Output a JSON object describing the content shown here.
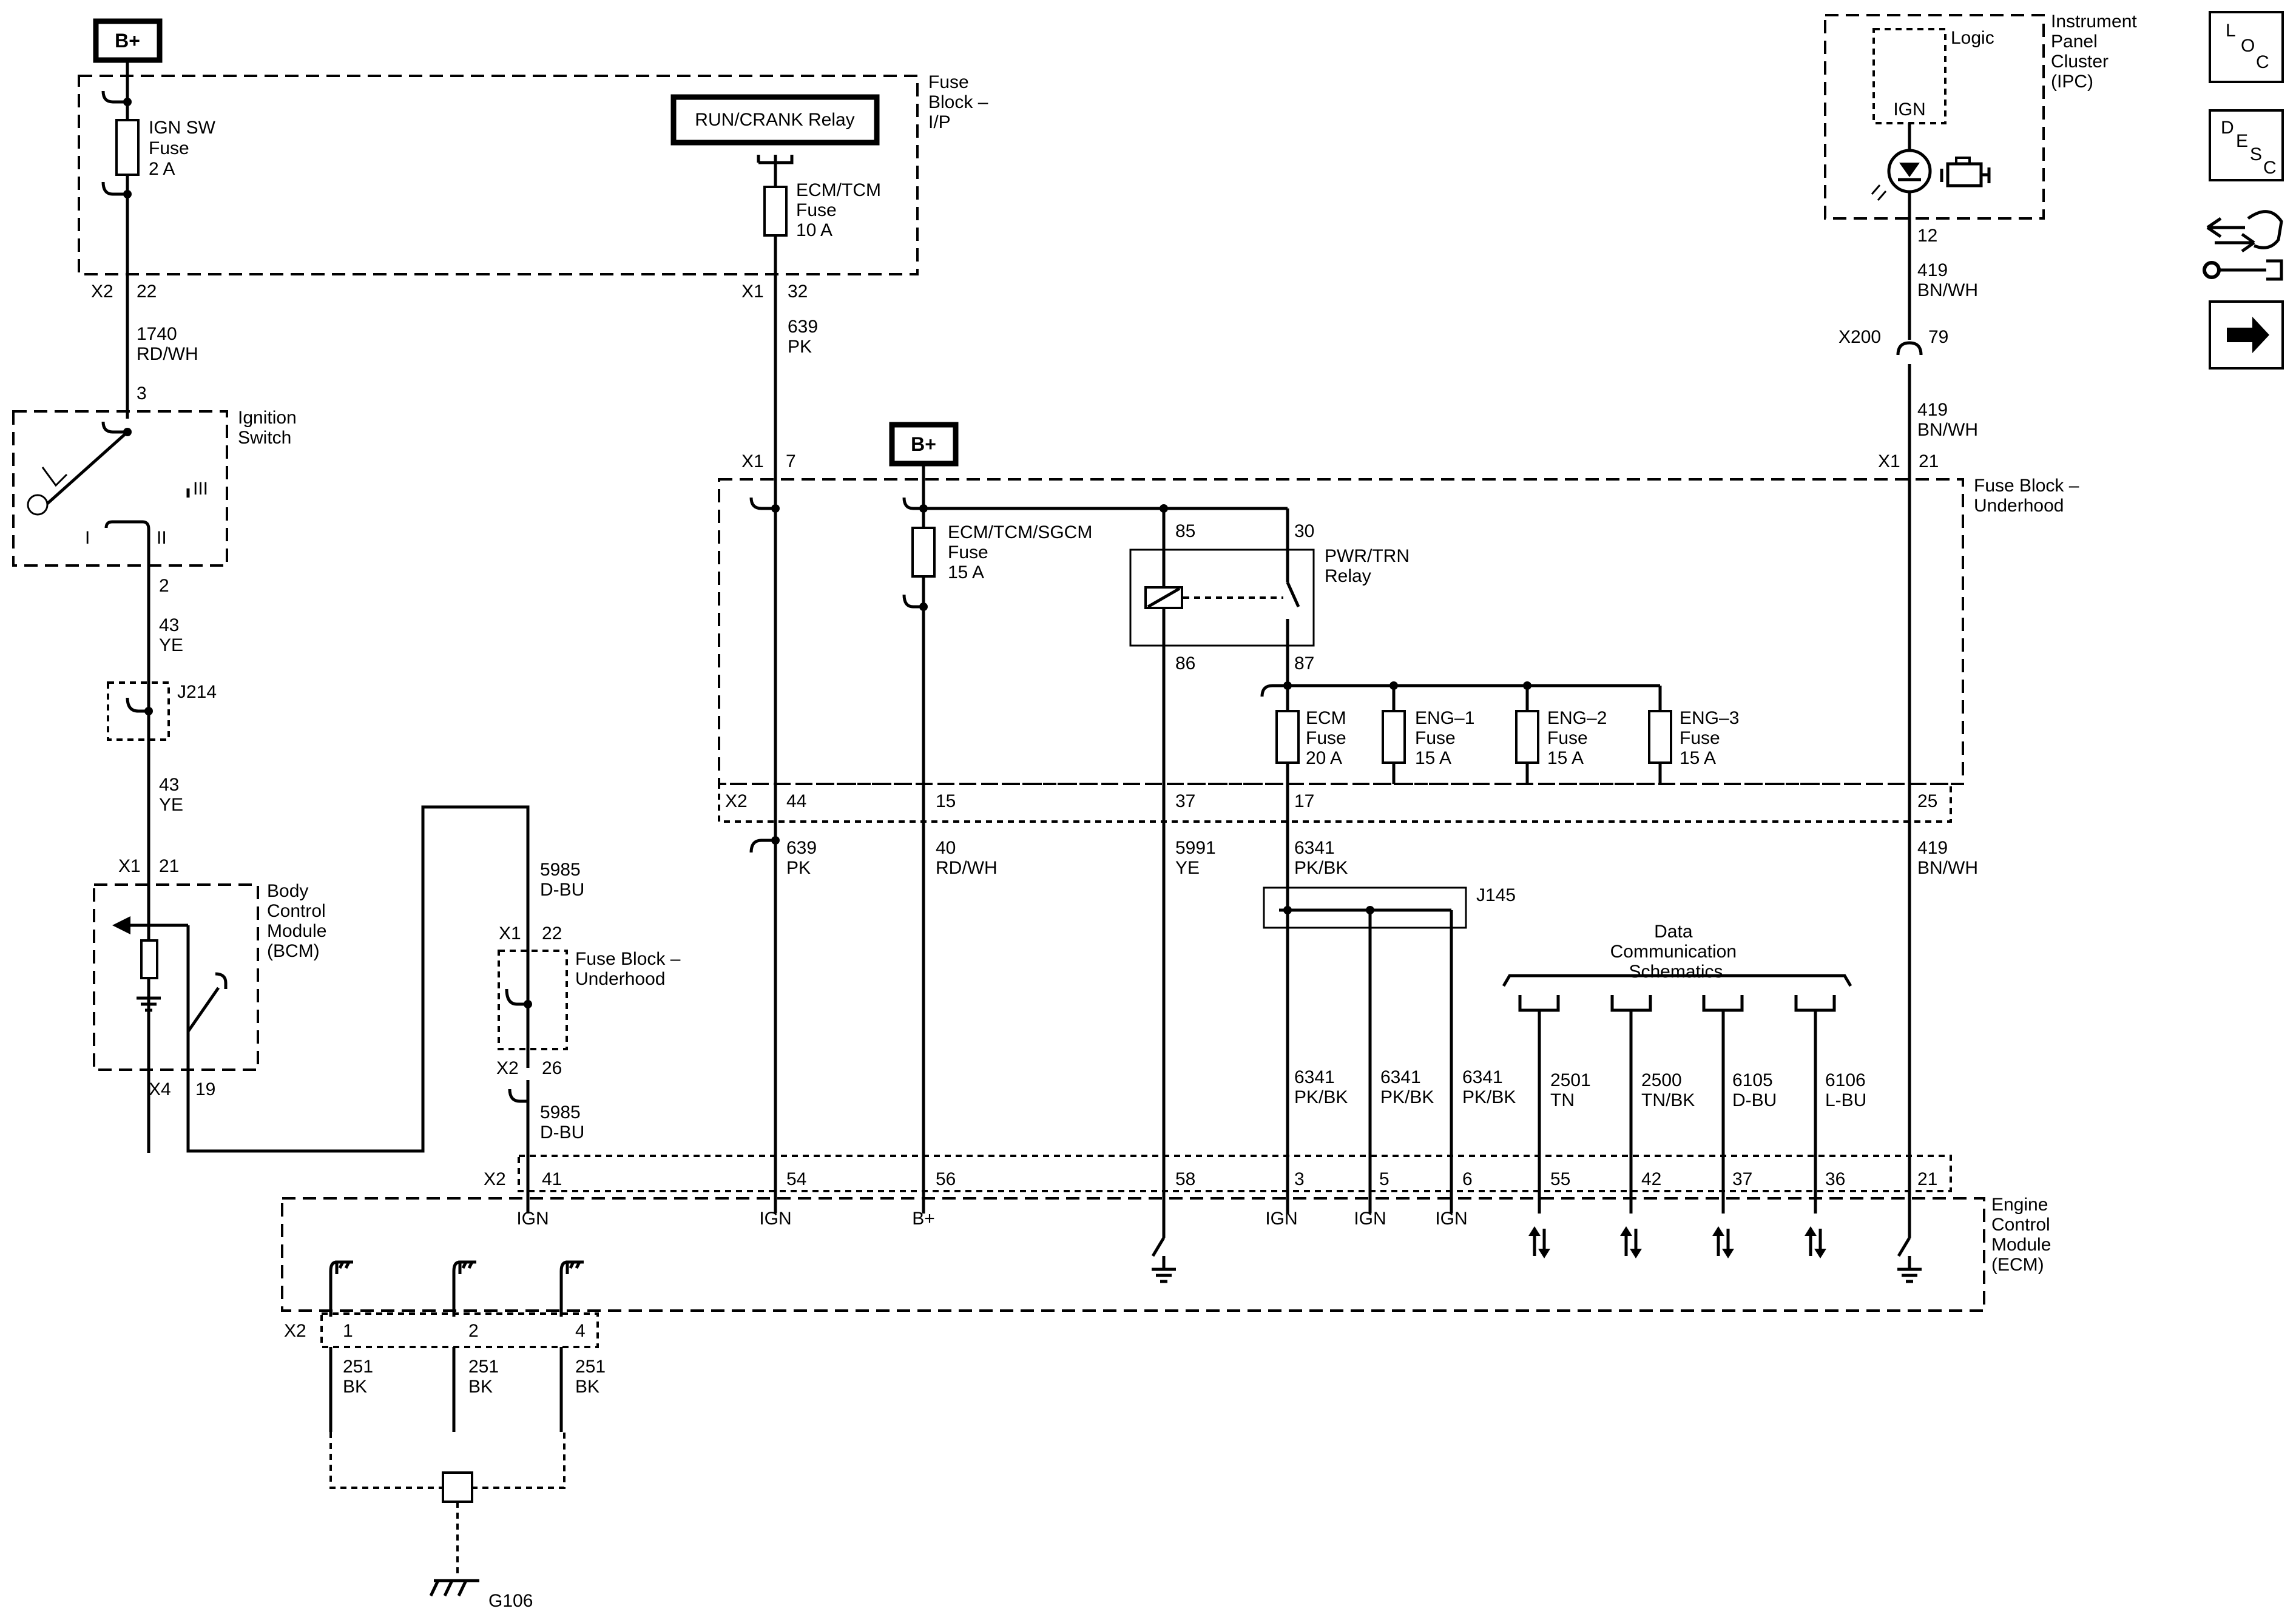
{
  "power": {
    "bplus": "B+"
  },
  "fuse_block_ip": {
    "title": [
      "Fuse",
      "Block –",
      "I/P"
    ],
    "ign_fuse": [
      "IGN SW",
      "Fuse",
      "2 A"
    ],
    "run_crank_relay": "RUN/CRANK Relay",
    "ecm_tcm_fuse": [
      "ECM/TCM",
      "Fuse",
      "10 A"
    ],
    "x2": "X2",
    "p22": "22",
    "x1": "X1",
    "p32": "32"
  },
  "ignition_switch": {
    "title": [
      "Ignition",
      "Switch"
    ],
    "pin3": "3",
    "pin2": "2",
    "pos1": "I",
    "pos2": "II",
    "pos3": "III"
  },
  "wires": {
    "w1740": [
      "1740",
      "RD/WH"
    ],
    "w43a": [
      "43",
      "YE"
    ],
    "w43b": [
      "43",
      "YE"
    ],
    "w639a": [
      "639",
      "PK"
    ],
    "w639b": [
      "639",
      "PK"
    ],
    "w5985a": [
      "5985",
      "D-BU"
    ],
    "w5985b": [
      "5985",
      "D-BU"
    ],
    "w40": [
      "40",
      "RD/WH"
    ],
    "w5991": [
      "5991",
      "YE"
    ],
    "w6341": [
      "6341",
      "PK/BK"
    ],
    "w6341a": [
      "6341",
      "PK/BK"
    ],
    "w6341b": [
      "6341",
      "PK/BK"
    ],
    "w6341c": [
      "6341",
      "PK/BK"
    ],
    "w2501": [
      "2501",
      "TN"
    ],
    "w2500": [
      "2500",
      "TN/BK"
    ],
    "w6105": [
      "6105",
      "D-BU"
    ],
    "w6106": [
      "6106",
      "L-BU"
    ],
    "w419a": [
      "419",
      "BN/WH"
    ],
    "w419b": [
      "419",
      "BN/WH"
    ],
    "w419c": [
      "419",
      "BN/WH"
    ],
    "w251a": [
      "251",
      "BK"
    ],
    "w251b": [
      "251",
      "BK"
    ],
    "w251c": [
      "251",
      "BK"
    ]
  },
  "splices": {
    "j214": "J214",
    "j145": "J145"
  },
  "bcm": {
    "title": [
      "Body",
      "Control",
      "Module",
      "(BCM)"
    ],
    "x1": "X1",
    "p21": "21",
    "x4": "X4",
    "p19": "19"
  },
  "fuse_block_uh_small": {
    "title": [
      "Fuse Block –",
      "Underhood"
    ],
    "x1": "X1",
    "p22": "22",
    "x2": "X2",
    "p26": "26"
  },
  "fuse_block_uh": {
    "title": [
      "Fuse Block –",
      "Underhood"
    ],
    "x1": "X1",
    "p7": "7",
    "x1b": "X1",
    "p21": "21",
    "sgcm_fuse": [
      "ECM/TCM/SGCM",
      "Fuse",
      "15 A"
    ],
    "relay": [
      "PWR/TRN",
      "Relay"
    ],
    "p85": "85",
    "p30": "30",
    "p86": "86",
    "p87": "87",
    "ecm_fuse": [
      "ECM",
      "Fuse",
      "20 A"
    ],
    "eng1": [
      "ENG–1",
      "Fuse",
      "15 A"
    ],
    "eng2": [
      "ENG–2",
      "Fuse",
      "15 A"
    ],
    "eng3": [
      "ENG–3",
      "Fuse",
      "15 A"
    ],
    "x2": "X2",
    "p44": "44",
    "p15": "15",
    "p37": "37",
    "p17": "17",
    "p25": "25"
  },
  "data_comm": [
    "Data",
    "Communication",
    "Schematics"
  ],
  "ipc": {
    "title": [
      "Instrument",
      "Panel",
      "Cluster",
      "(IPC)"
    ],
    "logic": "Logic",
    "ign": "IGN",
    "p12": "12",
    "x200": "X200",
    "p79": "79"
  },
  "ecm": {
    "title": [
      "Engine",
      "Control",
      "Module",
      "(ECM)"
    ],
    "x2": "X2",
    "pins": [
      "41",
      "54",
      "56",
      "58",
      "3",
      "5",
      "6",
      "55",
      "42",
      "37",
      "36",
      "21"
    ],
    "ign": "IGN",
    "bplus": "B+",
    "gnd_x2": "X2",
    "gnd_pins": [
      "1",
      "2",
      "4"
    ]
  },
  "ground": {
    "g106": "G106"
  },
  "nav": {
    "loc": [
      "L",
      "O",
      "C"
    ],
    "desc": [
      "D",
      "E",
      "S",
      "C"
    ]
  },
  "icons": [
    "loc-icon",
    "desc-icon",
    "connector-tool-icon",
    "next-arrow-icon",
    "engine-icon"
  ]
}
